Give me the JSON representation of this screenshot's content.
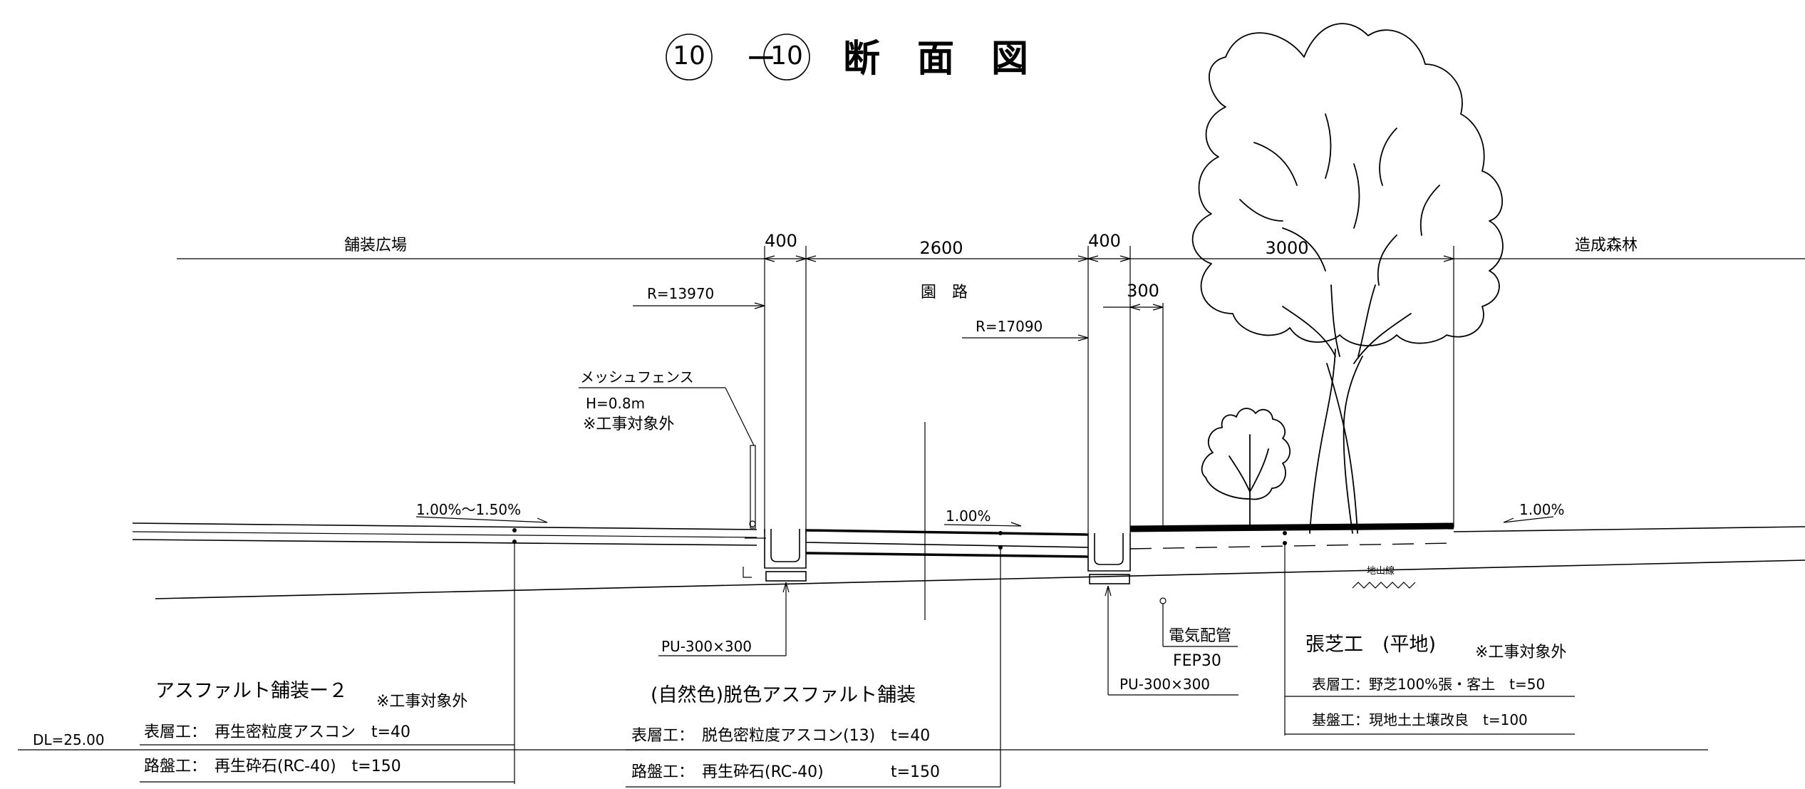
{
  "title": {
    "left_mark": "10",
    "dash": "ー",
    "right_mark": "10",
    "text": "断　面　図"
  },
  "areas": {
    "left": "舗装広場",
    "center": "園　路",
    "right": "造成森林"
  },
  "dimensions": {
    "d400_left": "400",
    "d2600": "2600",
    "d400_right": "400",
    "d3000": "3000",
    "d300": "300"
  },
  "radii": {
    "left": "R=13970",
    "right": "R=17090"
  },
  "fence": {
    "name": "メッシュフェンス",
    "height": "H=0.8m",
    "note": "※工事対象外"
  },
  "slopes": {
    "left": "1.00%～1.50%",
    "center": "1.00%",
    "right": "1.00%"
  },
  "ground_line_label": "地山線",
  "gutters": {
    "left": "PU-300×300",
    "right": "PU-300×300"
  },
  "conduit": {
    "name": "電気配管",
    "spec": "FEP30"
  },
  "datum": "DL=25.00",
  "pavement_left": {
    "name": "アスファルト舗装ー２",
    "note": "※工事対象外",
    "surface": "表層工：　再生密粒度アスコン　t=40",
    "base": "路盤工：　再生砕石(RC-40)　t=150"
  },
  "pavement_center": {
    "name": "(自然色)脱色アスファルト舗装",
    "surface": "表層工：　脱色密粒度アスコン(13)　t=40",
    "base_label": "路盤工：　再生砕石(RC-40)",
    "base_thickness": "t=150"
  },
  "turf": {
    "name": "張芝工　(平地)",
    "note": "※工事対象外",
    "surface": "表層工：野芝100%張・客土　t=50",
    "base": "基盤工：現地土土壌改良　t=100"
  }
}
